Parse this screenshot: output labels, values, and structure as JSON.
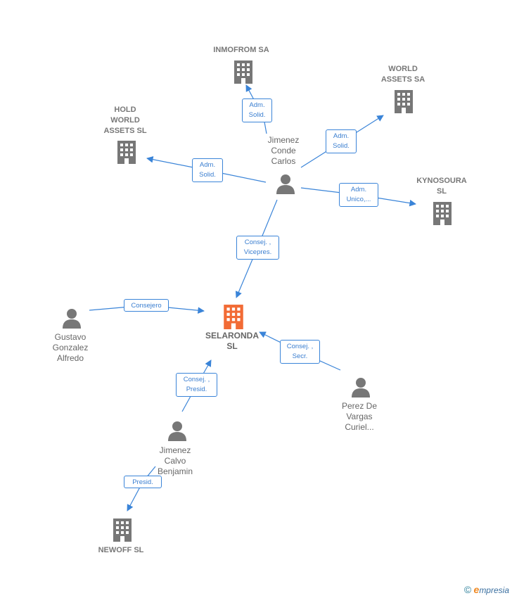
{
  "colors": {
    "edge": "#3a84d8",
    "node_gray": "#777777",
    "focus_orange": "#f26b35"
  },
  "nodes": {
    "inmofrom": {
      "label": "INMOFROM SA",
      "kind": "company"
    },
    "world_assets": {
      "label": "WORLD\nASSETS SA",
      "kind": "company"
    },
    "hold_world": {
      "label": "HOLD\nWORLD\nASSETS SL",
      "kind": "company"
    },
    "kynosoura": {
      "label": "KYNOSOURA\nSL",
      "kind": "company"
    },
    "selaronda": {
      "label": "SELARONDA\nSL",
      "kind": "focus"
    },
    "newoff": {
      "label": "NEWOFF SL",
      "kind": "company"
    },
    "jimenez_conde": {
      "label": "Jimenez\nConde\nCarlos",
      "kind": "person"
    },
    "gustavo": {
      "label": "Gustavo\nGonzalez\nAlfredo",
      "kind": "person"
    },
    "perez": {
      "label": "Perez De\nVargas\nCuriel...",
      "kind": "person"
    },
    "jimenez_calvo": {
      "label": "Jimenez\nCalvo\nBenjamin",
      "kind": "person"
    }
  },
  "edges": [
    {
      "from": "jimenez_conde",
      "to": "inmofrom",
      "label": "Adm.\nSolid."
    },
    {
      "from": "jimenez_conde",
      "to": "world_assets",
      "label": "Adm.\nSolid."
    },
    {
      "from": "jimenez_conde",
      "to": "hold_world",
      "label": "Adm.\nSolid."
    },
    {
      "from": "jimenez_conde",
      "to": "kynosoura",
      "label": "Adm.\nUnico,..."
    },
    {
      "from": "jimenez_conde",
      "to": "selaronda",
      "label": "Consej. ,\nVicepres."
    },
    {
      "from": "gustavo",
      "to": "selaronda",
      "label": "Consejero"
    },
    {
      "from": "perez",
      "to": "selaronda",
      "label": "Consej. ,\nSecr."
    },
    {
      "from": "jimenez_calvo",
      "to": "selaronda",
      "label": "Consej. ,\nPresid."
    },
    {
      "from": "jimenez_calvo",
      "to": "newoff",
      "label": "Presid."
    }
  ],
  "brand": {
    "copyright": "©",
    "e": "e",
    "rest": "mpresia"
  }
}
